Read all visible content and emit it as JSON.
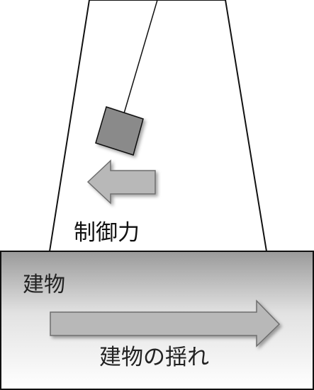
{
  "labels": {
    "control_force": "制御力",
    "building": "建物",
    "building_sway": "建物の揺れ"
  },
  "colors": {
    "outline": "#111111",
    "tower_fill": "#ffffff",
    "pendulum_mass": "#8a8a8a",
    "arrow_fill": "#b8b8b8",
    "arrow_stroke": "#6e6e6e",
    "base_gradient_top": "#9a9a9a",
    "base_gradient_bottom": "#ffffff"
  },
  "icons": {
    "control_force_arrow": "left-arrow-icon",
    "building_sway_arrow": "right-arrow-icon"
  }
}
